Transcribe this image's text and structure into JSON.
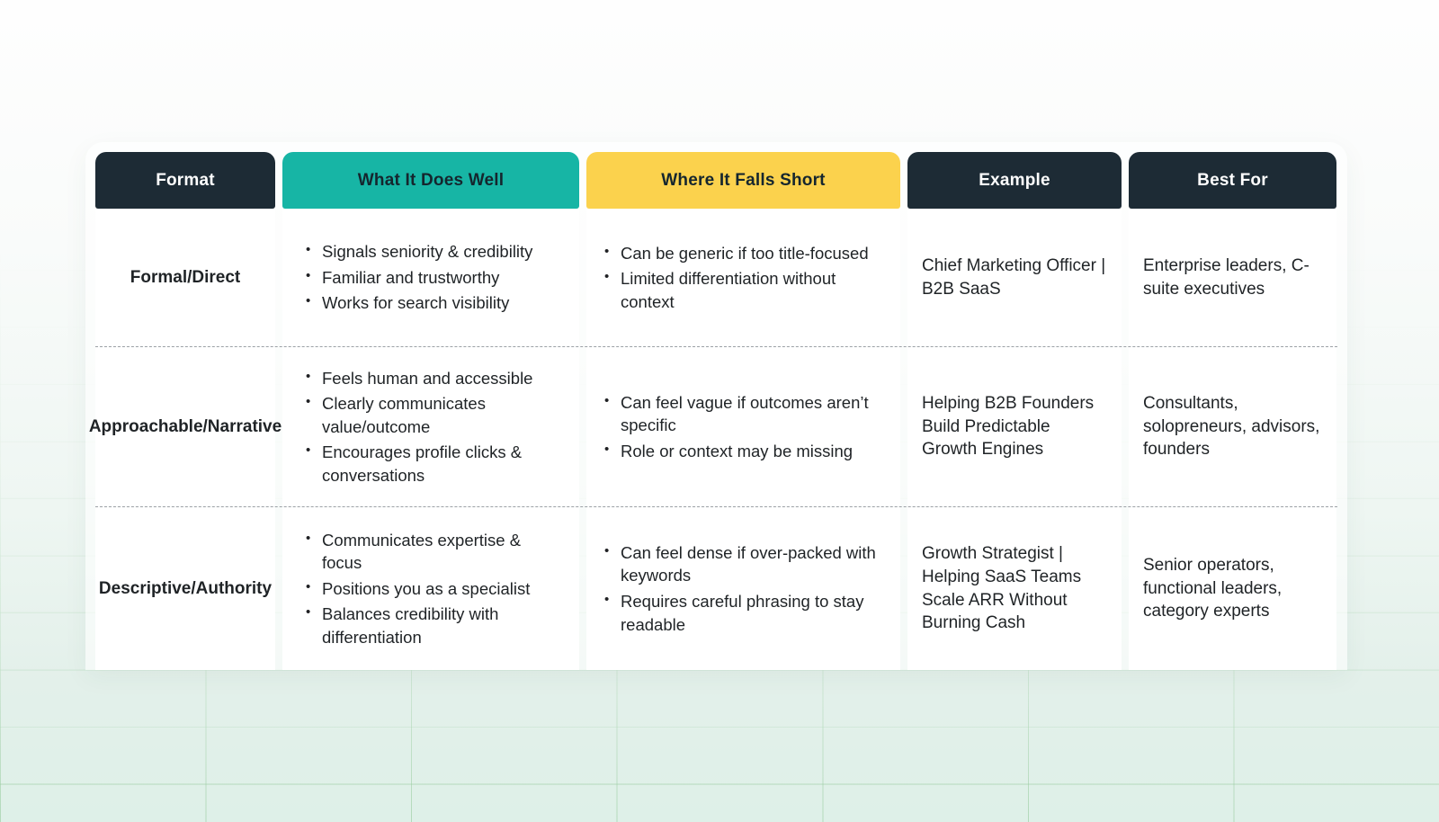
{
  "chart_data": {
    "type": "table",
    "title": "",
    "columns": [
      "Format",
      "What It Does Well",
      "Where It Falls Short",
      "Example",
      "Best For"
    ],
    "rows": [
      {
        "format": "Formal/Direct",
        "does_well": [
          "Signals seniority & credibility",
          "Familiar and trustworthy",
          "Works for search visibility"
        ],
        "falls_short": [
          "Can be generic if too title-focused",
          "Limited differentiation without context"
        ],
        "example": "Chief Marketing Officer | B2B SaaS",
        "best_for": "Enterprise leaders, C-suite executives"
      },
      {
        "format": "Approachable/Narrative",
        "does_well": [
          "Feels human and accessible",
          "Clearly communicates value/outcome",
          "Encourages profile clicks & conversations"
        ],
        "falls_short": [
          "Can feel vague if outcomes aren’t specific",
          "Role or context may be missing"
        ],
        "example": "Helping B2B Founders Build Predictable Growth Engines",
        "best_for": "Consultants, solopreneurs, advisors, founders"
      },
      {
        "format": "Descriptive/Authority",
        "does_well": [
          "Communicates expertise & focus",
          "Positions you as a specialist",
          "Balances credibility with differentiation"
        ],
        "falls_short": [
          "Can feel dense if over-packed with keywords",
          "Requires careful phrasing to stay readable"
        ],
        "example": "Growth Strategist | Helping SaaS Teams Scale ARR Without Burning Cash",
        "best_for": "Senior operators, functional leaders, category experts"
      }
    ],
    "layout_hints": {
      "header_styles": [
        "dark",
        "teal",
        "yellow",
        "dark",
        "dark"
      ],
      "row_separator": "dashed",
      "background": "light mint gradient with faint grid fading in toward bottom"
    }
  },
  "colors": {
    "header_dark": "#1D2B35",
    "header_teal": "#17B5A5",
    "header_yellow": "#FBD24D",
    "header_text_light": "#FFFFFF",
    "header_text_dark": "#15262E",
    "body_text": "#1F2326",
    "page_mint": "#E3F0EA",
    "grid_line": "#BFDDBA",
    "dashed_separator": "#9CA1A6",
    "cell_background": "#FFFFFF"
  }
}
